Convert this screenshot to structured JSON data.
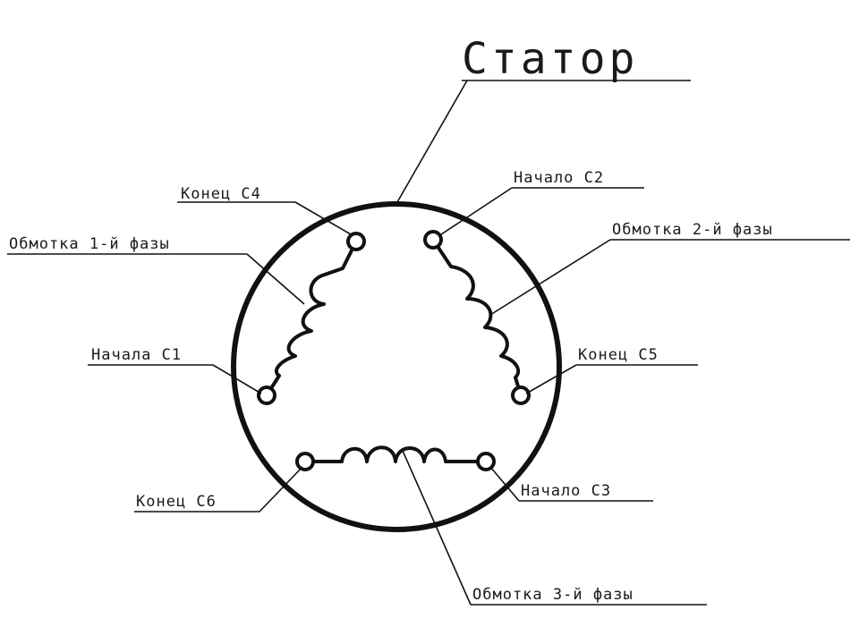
{
  "title": "Статор",
  "labels": {
    "end_c4": "Конец С4",
    "winding_1": "Обмотка 1-й фазы",
    "start_c1": "Начала С1",
    "start_c2": "Начало С2",
    "winding_2": "Обмотка 2-й фазы",
    "end_c5": "Конец С5",
    "end_c6": "Конец С6",
    "start_c3": "Начало С3",
    "winding_3": "Обмотка 3-й фазы"
  }
}
